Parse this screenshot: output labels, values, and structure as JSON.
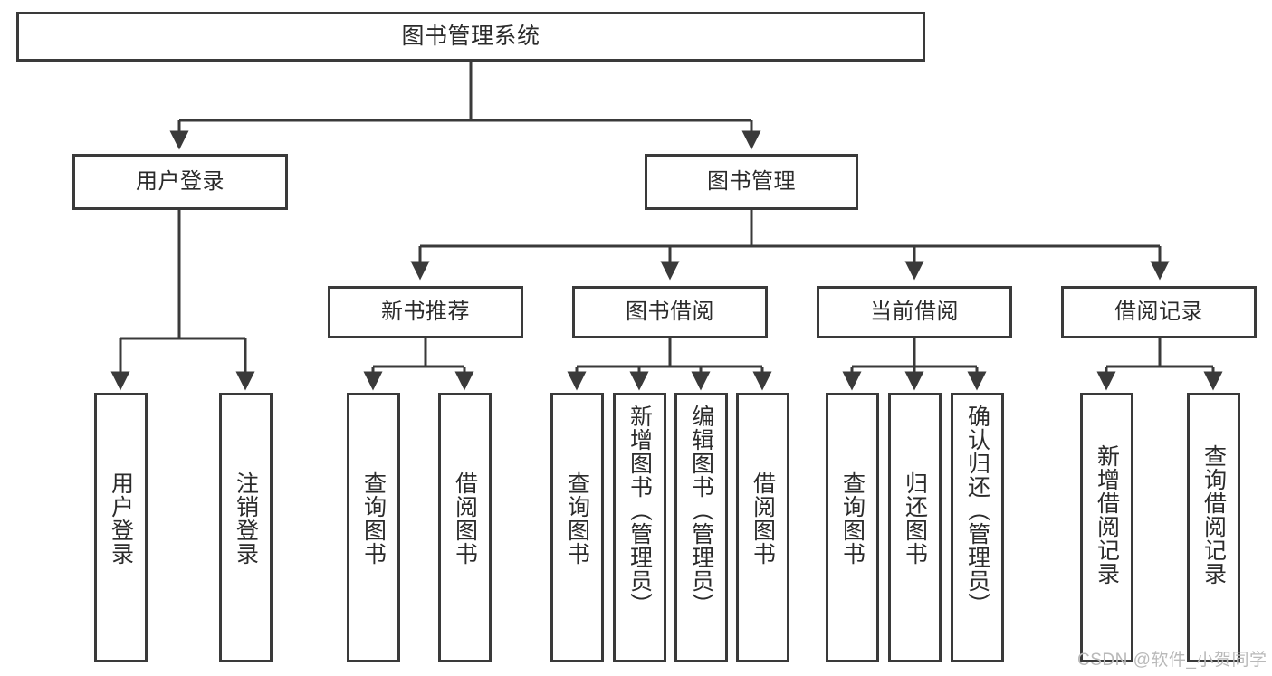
{
  "diagram": {
    "title": "图书管理系统",
    "type": "tree-hierarchy",
    "root": {
      "label": "图书管理系统"
    },
    "level2": [
      {
        "label": "用户登录"
      },
      {
        "label": "图书管理"
      }
    ],
    "level3": [
      {
        "label": "新书推荐"
      },
      {
        "label": "图书借阅"
      },
      {
        "label": "当前借阅"
      },
      {
        "label": "借阅记录"
      }
    ],
    "leaves": {
      "user_login": [
        {
          "label": "用户登录"
        },
        {
          "label": "注销登录"
        }
      ],
      "new_book_recommend": [
        {
          "label": "查询图书"
        },
        {
          "label": "借阅图书"
        }
      ],
      "book_borrow": [
        {
          "label": "查询图书"
        },
        {
          "label": "新增图书（管理员）"
        },
        {
          "label": "编辑图书（管理员）"
        },
        {
          "label": "借阅图书"
        }
      ],
      "current_borrow": [
        {
          "label": "查询图书"
        },
        {
          "label": "归还图书"
        },
        {
          "label": "确认归还（管理员）"
        }
      ],
      "borrow_record": [
        {
          "label": "新增借阅记录"
        },
        {
          "label": "查询借阅记录"
        }
      ]
    }
  },
  "watermark": {
    "text": "CSDN @软件_小贺同学"
  },
  "colors": {
    "stroke": "#3a3a3a",
    "background": "#ffffff",
    "text": "#2b2b2b",
    "watermark": "#b9b9b9"
  }
}
